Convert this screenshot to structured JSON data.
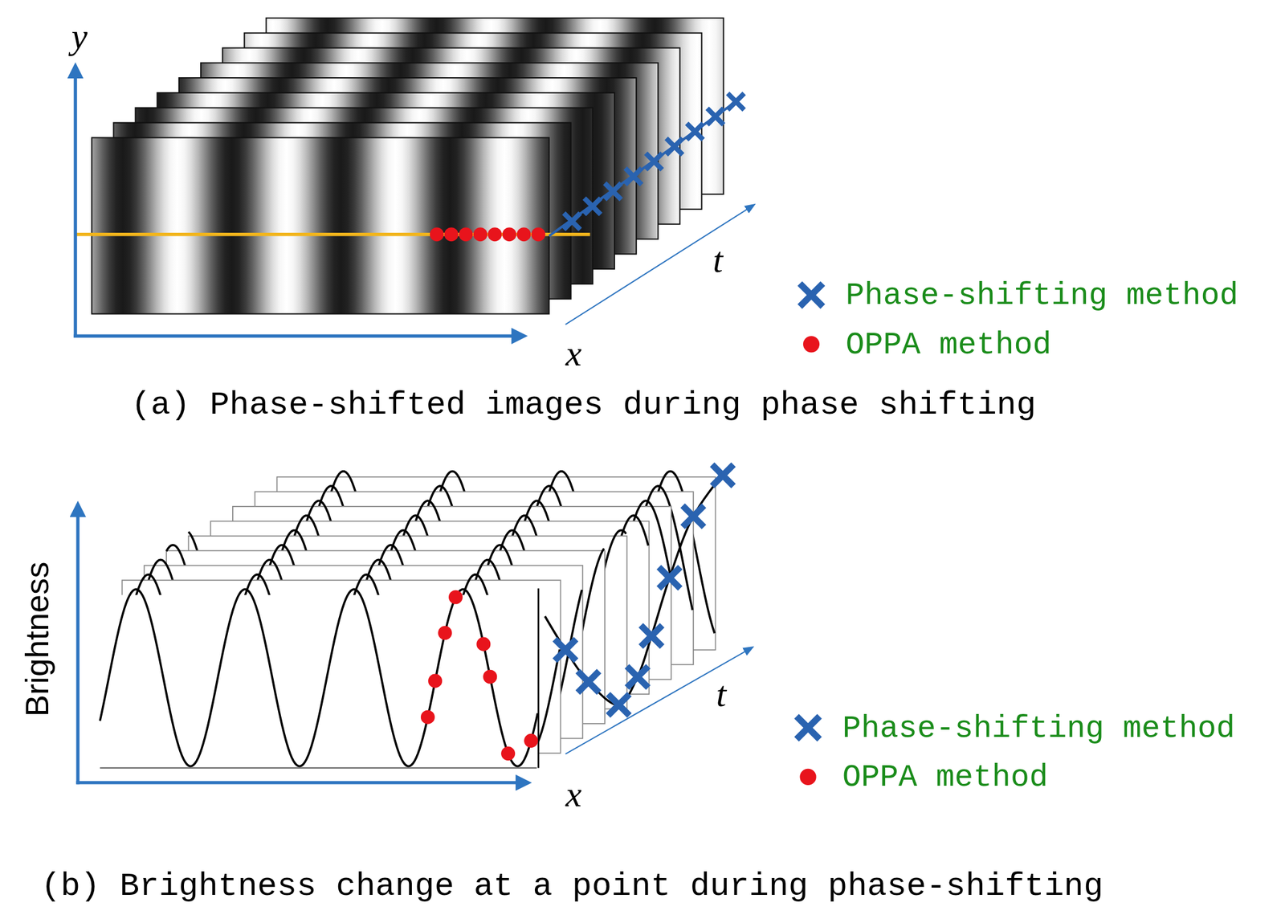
{
  "diagram": {
    "labels": [
      "y",
      "t",
      "x",
      "(a) Phase-shifted images during phase shifting",
      "Brightness",
      "t",
      "x",
      "(b) Brightness change at a point during phase-shifting"
    ],
    "legend": [
      {
        "text": "Phase-shifting method"
      },
      {
        "text": "OPPA method"
      },
      {
        "text": "Phase-shifting method"
      },
      {
        "text": "OPPA method"
      }
    ]
  }
}
